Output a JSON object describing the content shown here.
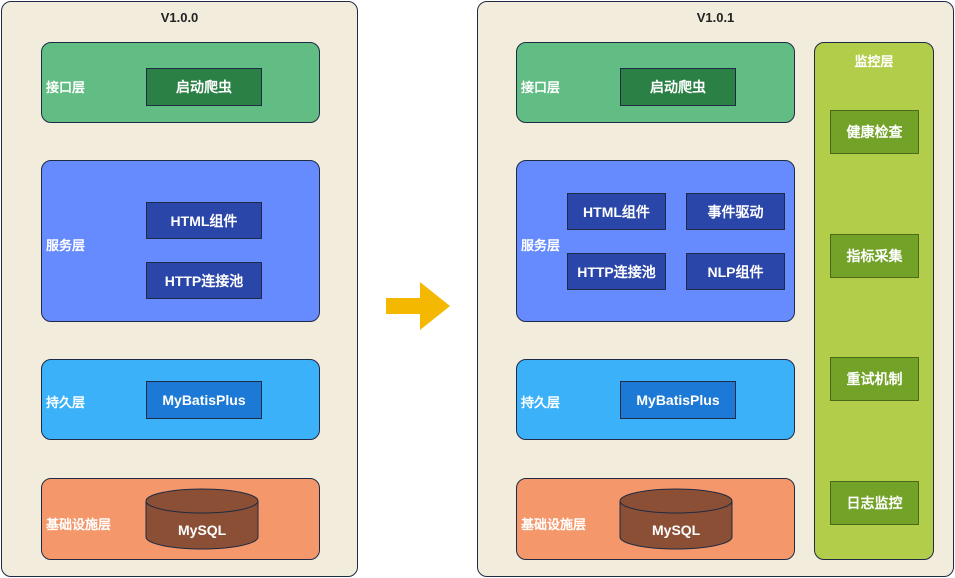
{
  "left": {
    "version": "V1.0.0",
    "interface_layer": {
      "label": "接口层",
      "items": [
        "启动爬虫"
      ]
    },
    "service_layer": {
      "label": "服务层",
      "items": [
        "HTML组件",
        "HTTP连接池"
      ]
    },
    "persistence_layer": {
      "label": "持久层",
      "items": [
        "MyBatisPlus"
      ]
    },
    "infra_layer": {
      "label": "基础设施层",
      "db": "MySQL"
    }
  },
  "right": {
    "version": "V1.0.1",
    "interface_layer": {
      "label": "接口层",
      "items": [
        "启动爬虫"
      ]
    },
    "service_layer": {
      "label": "服务层",
      "items": [
        "HTML组件",
        "事件驱动",
        "HTTP连接池",
        "NLP组件"
      ]
    },
    "persistence_layer": {
      "label": "持久层",
      "items": [
        "MyBatisPlus"
      ]
    },
    "infra_layer": {
      "label": "基础设施层",
      "db": "MySQL"
    },
    "monitor_layer": {
      "label": "监控层",
      "items": [
        "健康检查",
        "指标采集",
        "重试机制",
        "日志监控"
      ]
    }
  },
  "colors": {
    "panel_bg": "#f2ecdc",
    "interface": "#62bd84",
    "service": "#668bff",
    "persistence": "#3ab1f8",
    "infrastructure": "#f4986c",
    "monitor": "#b1cd4a",
    "arrow": "#f5b800",
    "database": "#8b4f35"
  },
  "icons": {
    "transition_arrow": "arrow-right-icon",
    "database": "database-cylinder-icon"
  }
}
